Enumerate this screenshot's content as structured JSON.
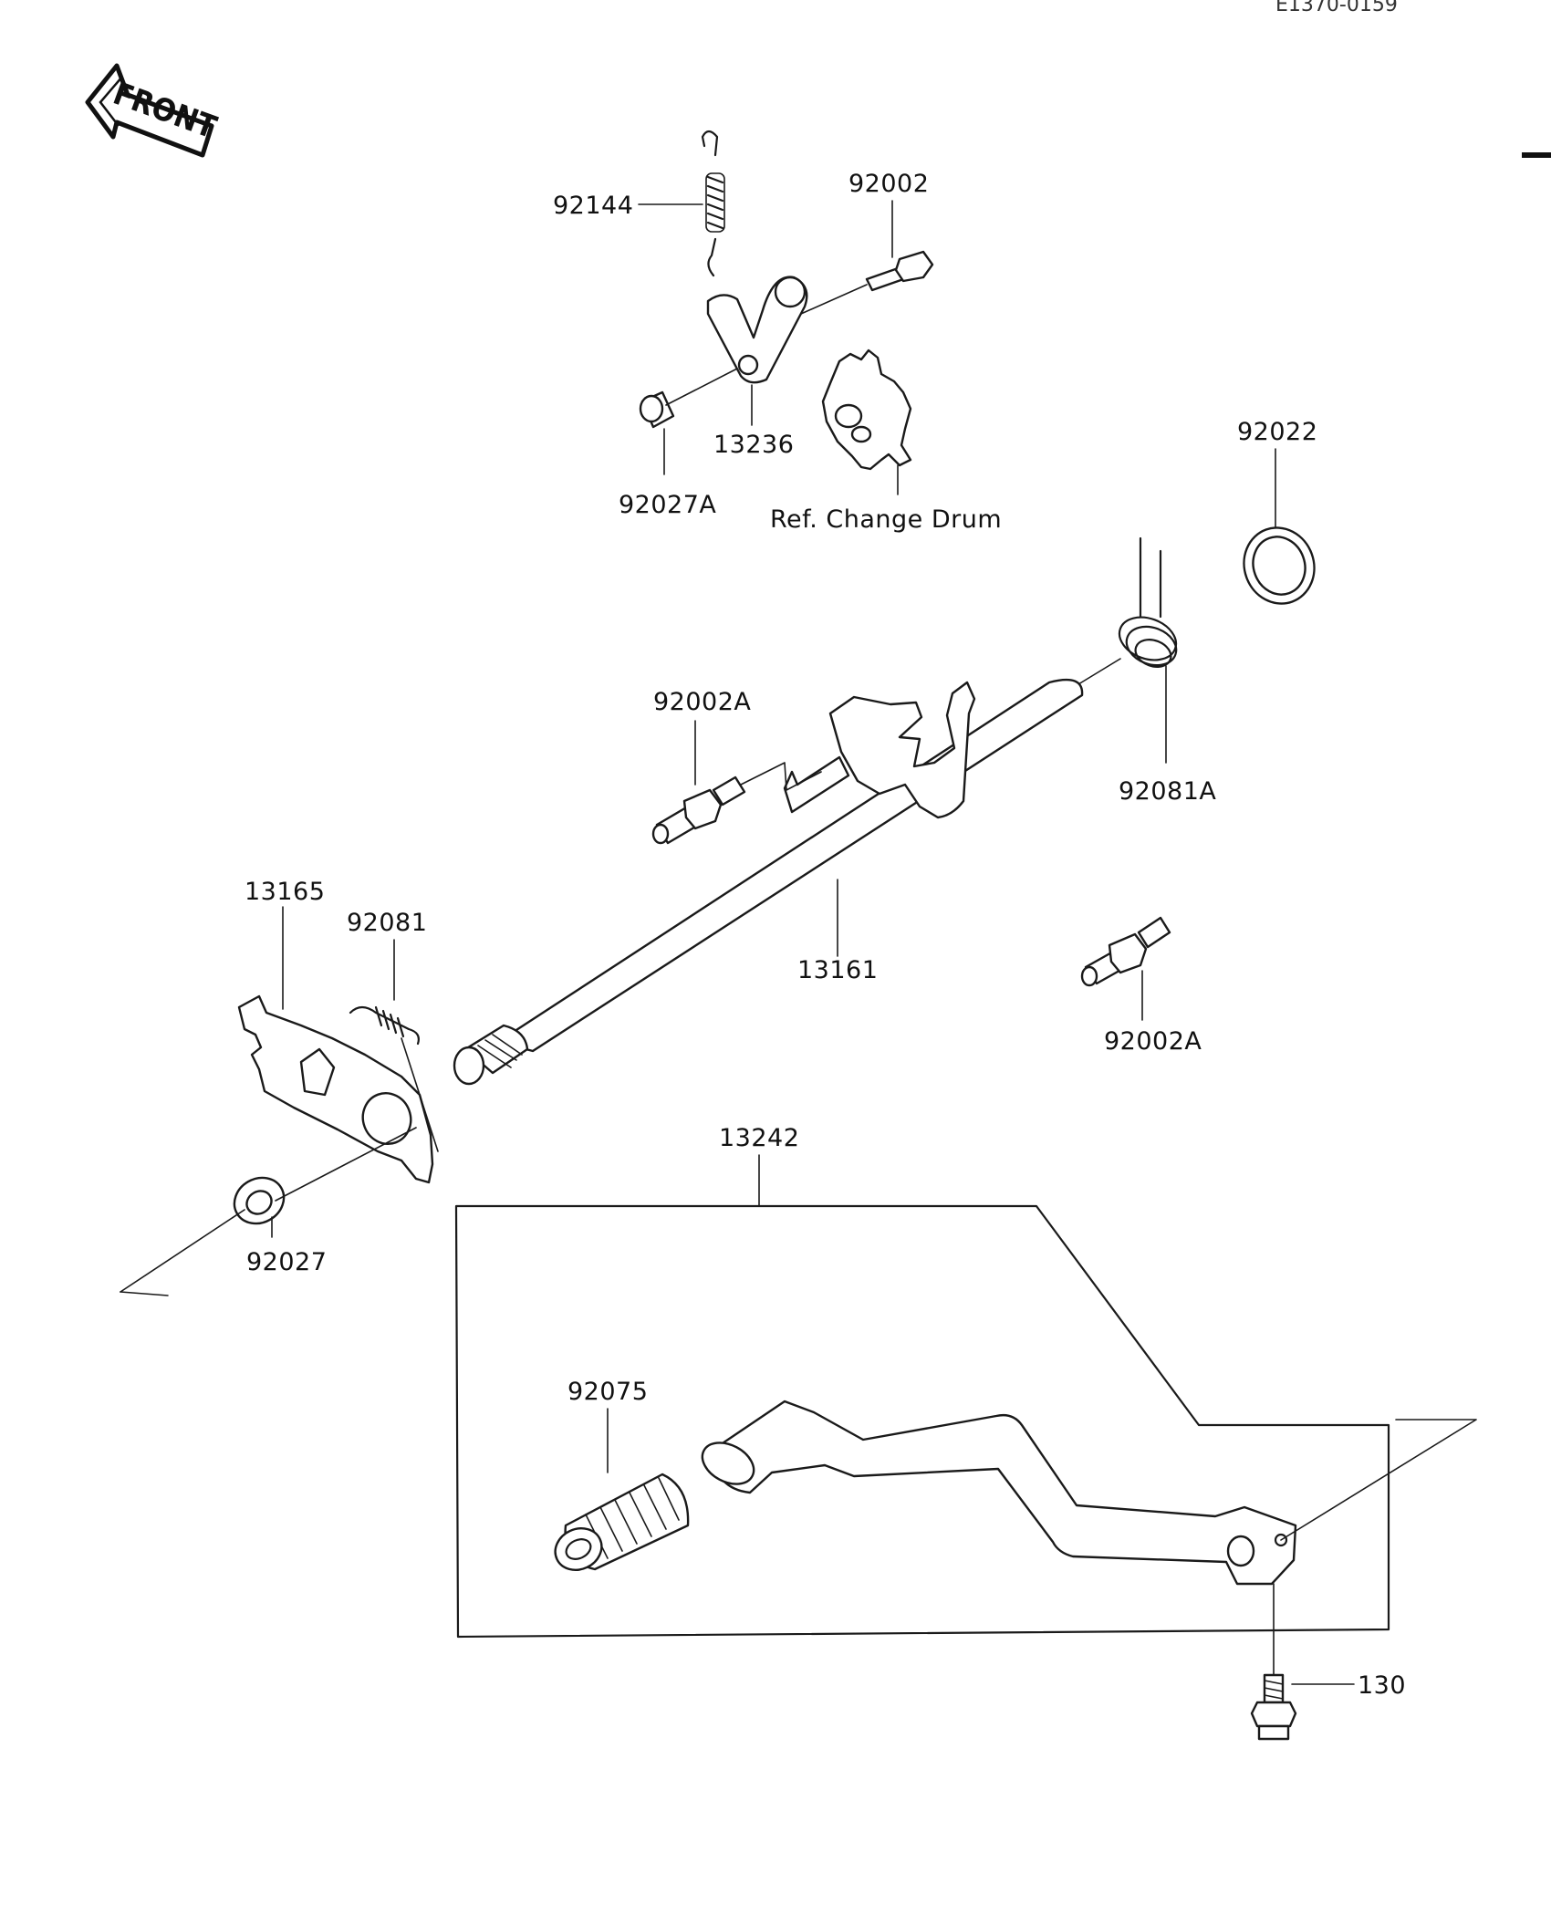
{
  "drawing_code": "E1370-0159",
  "front_arrow": {
    "label": "FRONT",
    "icon": "front-arrow-icon"
  },
  "parts": {
    "p92144": "92144",
    "p92002": "92002",
    "p13236": "13236",
    "p92027A": "92027A",
    "ref_change_drum": "Ref. Change Drum",
    "p92022": "92022",
    "p92002A_top": "92002A",
    "p92081A": "92081A",
    "p13165": "13165",
    "p92081": "92081",
    "p13161": "13161",
    "p92002A_right": "92002A",
    "p13242": "13242",
    "p92027": "92027",
    "p92075": "92075",
    "p130": "130"
  }
}
